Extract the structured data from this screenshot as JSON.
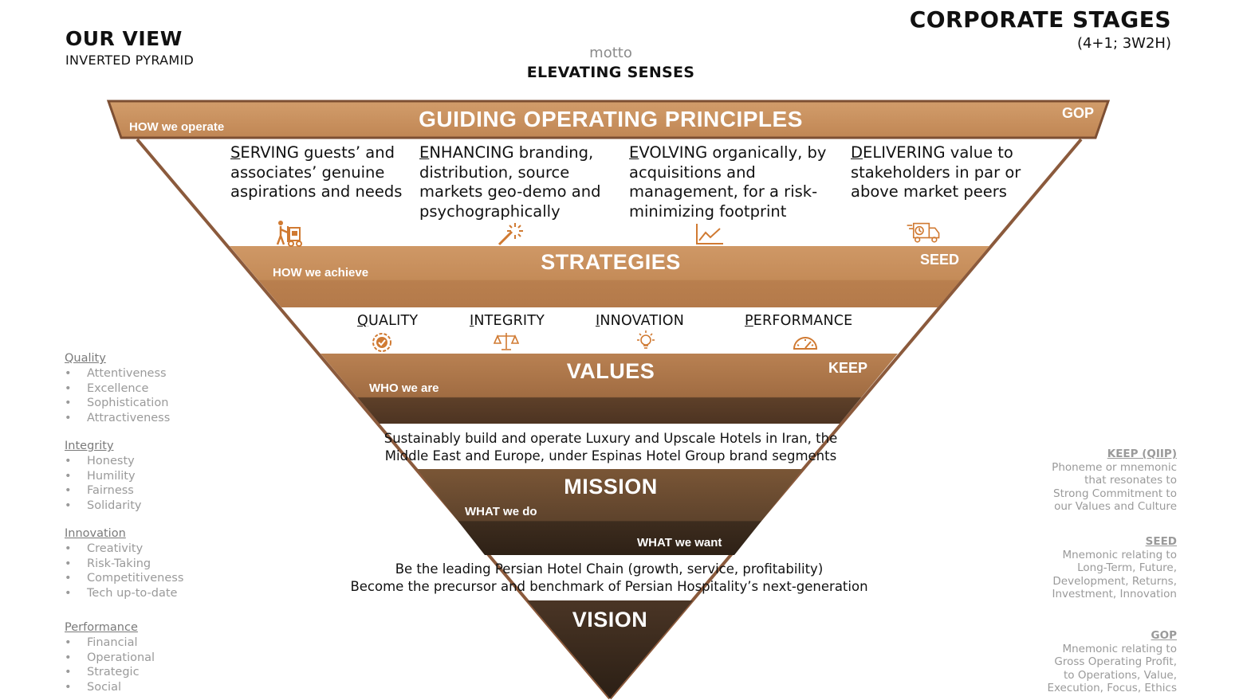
{
  "header": {
    "title": "OUR VIEW",
    "subtitle": "INVERTED PYRAMID",
    "corporate_title": "CORPORATE STAGES",
    "corporate_subtitle": "(4+1; 3W2H)",
    "motto_label": "motto",
    "motto_value": "ELEVATING SENSES"
  },
  "colors": {
    "gop_band": "#c8915e",
    "gop_border": "#8b5a3c",
    "strategies_band": "#c99160",
    "values_band": "#b07a4a",
    "mission_band": "#6b4d33",
    "vision_band": "#3d2b1f",
    "outline": "#8b5a3c",
    "icon": "#d07a32"
  },
  "gop": {
    "title": "GUIDING OPERATING PRINCIPLES",
    "tag": "HOW we operate",
    "code": "GOP",
    "items": [
      {
        "first": "S",
        "rest": "ERVING guests’ and associates’ genuine aspirations and needs",
        "icon": "hand-truck-icon"
      },
      {
        "first": "E",
        "rest": "NHANCING branding, distribution, source markets geo-demo and psychographically",
        "icon": "magic-wand-icon"
      },
      {
        "first": "E",
        "rest": "VOLVING organically, by acquisitions and management, for a risk-minimizing footprint",
        "icon": "line-chart-icon"
      },
      {
        "first": "D",
        "rest": "ELIVERING value to stakeholders in par or above market peers",
        "icon": "delivery-truck-icon"
      }
    ]
  },
  "strategies": {
    "title": "STRATEGIES",
    "tag": "HOW we achieve",
    "code": "SEED"
  },
  "values_items": [
    {
      "first": "Q",
      "rest": "UALITY",
      "icon": "check-badge-icon"
    },
    {
      "first": "I",
      "rest": "NTEGRITY",
      "icon": "scales-icon"
    },
    {
      "first": "I",
      "rest": "NNOVATION",
      "icon": "lightbulb-icon"
    },
    {
      "first": "P",
      "rest": "ERFORMANCE",
      "icon": "speedometer-icon"
    }
  ],
  "values": {
    "title": "VALUES",
    "tag": "WHO we are",
    "code": "KEEP"
  },
  "mission": {
    "title": "MISSION",
    "tag": "WHAT we do",
    "text_line1": "Sustainably build and operate Luxury and Upscale Hotels in Iran, the",
    "text_line2": "Middle East and Europe, under Espinas Hotel Group brand segments"
  },
  "vision": {
    "title": "VISION",
    "tag": "WHAT we want",
    "text_line1": "Be the leading Persian Hotel Chain (growth, service, profitability)",
    "text_line2": "Become the precursor and benchmark of Persian Hospitality’s next-generation"
  },
  "value_groups": [
    {
      "title": "Quality",
      "items": [
        "Attentiveness",
        "Excellence",
        "Sophistication",
        "Attractiveness"
      ]
    },
    {
      "title": "Integrity",
      "items": [
        "Honesty",
        "Humility",
        "Fairness",
        "Solidarity"
      ]
    },
    {
      "title": "Innovation",
      "items": [
        "Creativity",
        "Risk-Taking",
        "Competitiveness",
        "Tech up-to-date"
      ]
    },
    {
      "title": "Performance",
      "items": [
        "Financial",
        "Operational",
        "Strategic",
        "Social"
      ]
    }
  ],
  "notes": [
    {
      "title": "KEEP (QIIP)",
      "lines": [
        "Phoneme or mnemonic",
        "that resonates to",
        "Strong Commitment to",
        "our Values and Culture"
      ]
    },
    {
      "title": "SEED",
      "lines": [
        "Mnemonic relating to",
        "Long-Term, Future,",
        "Development, Returns,",
        "Investment, Innovation"
      ]
    },
    {
      "title": "GOP",
      "lines": [
        "Mnemonic relating to",
        "Gross Operating Profit,",
        "to Operations, Value,",
        "Execution, Focus, Ethics"
      ]
    }
  ]
}
